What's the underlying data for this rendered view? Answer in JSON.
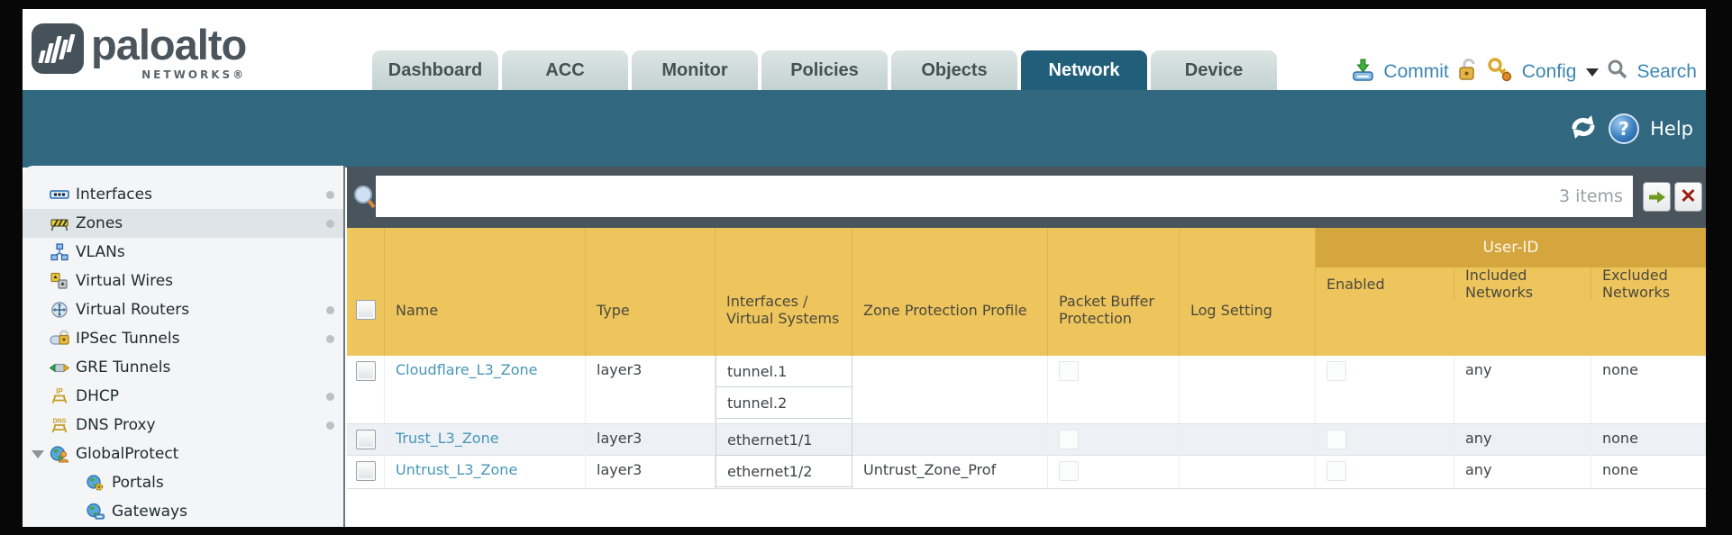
{
  "brand": {
    "name": "paloalto",
    "sub": "NETWORKS®"
  },
  "header": {
    "tabs": [
      {
        "label": "Dashboard",
        "active": false
      },
      {
        "label": "ACC",
        "active": false
      },
      {
        "label": "Monitor",
        "active": false
      },
      {
        "label": "Policies",
        "active": false
      },
      {
        "label": "Objects",
        "active": false
      },
      {
        "label": "Network",
        "active": true
      },
      {
        "label": "Device",
        "active": false
      }
    ],
    "actions": {
      "commit": "Commit",
      "config": "Config",
      "search": "Search"
    }
  },
  "toolbar": {
    "help": "Help"
  },
  "sidebar": {
    "items": [
      {
        "label": "Interfaces",
        "icon": "interfaces-icon",
        "dot": true
      },
      {
        "label": "Zones",
        "icon": "zones-icon",
        "dot": true,
        "selected": true
      },
      {
        "label": "VLANs",
        "icon": "vlans-icon",
        "dot": false
      },
      {
        "label": "Virtual Wires",
        "icon": "virtual-wires-icon",
        "dot": false
      },
      {
        "label": "Virtual Routers",
        "icon": "virtual-routers-icon",
        "dot": true
      },
      {
        "label": "IPSec Tunnels",
        "icon": "ipsec-tunnels-icon",
        "dot": true
      },
      {
        "label": "GRE Tunnels",
        "icon": "gre-tunnels-icon",
        "dot": false
      },
      {
        "label": "DHCP",
        "icon": "dhcp-icon",
        "dot": true
      },
      {
        "label": "DNS Proxy",
        "icon": "dns-proxy-icon",
        "dot": true
      },
      {
        "label": "GlobalProtect",
        "icon": "globalprotect-icon",
        "dot": false,
        "expanded": true
      },
      {
        "label": "Portals",
        "icon": "portals-icon",
        "dot": false,
        "child": true
      },
      {
        "label": "Gateways",
        "icon": "gateways-icon",
        "dot": false,
        "child": true
      }
    ]
  },
  "filter": {
    "query": "",
    "count": "3 items"
  },
  "table": {
    "user_id_group": "User-ID",
    "columns": [
      "Name",
      "Type",
      "Interfaces / Virtual Systems",
      "Zone Protection Profile",
      "Packet Buffer Protection",
      "Log Setting",
      "Enabled",
      "Included Networks",
      "Excluded Networks"
    ],
    "rows": [
      {
        "name": "Cloudflare_L3_Zone",
        "type": "layer3",
        "interfaces": [
          "tunnel.1",
          "tunnel.2"
        ],
        "zone_protection_profile": "",
        "log_setting": "",
        "included_networks": "any",
        "excluded_networks": "none"
      },
      {
        "name": "Trust_L3_Zone",
        "type": "layer3",
        "interfaces": [
          "ethernet1/1"
        ],
        "zone_protection_profile": "",
        "log_setting": "",
        "included_networks": "any",
        "excluded_networks": "none"
      },
      {
        "name": "Untrust_L3_Zone",
        "type": "layer3",
        "interfaces": [
          "ethernet1/2"
        ],
        "zone_protection_profile": "Untrust_Zone_Prof",
        "log_setting": "",
        "included_networks": "any",
        "excluded_networks": "none"
      }
    ]
  },
  "colors": {
    "teal": "#31687f",
    "gold": "#eec45d",
    "dark_gold": "#d5a53e",
    "link_blue": "#3d86b4",
    "strip_gray": "#4a545c"
  }
}
